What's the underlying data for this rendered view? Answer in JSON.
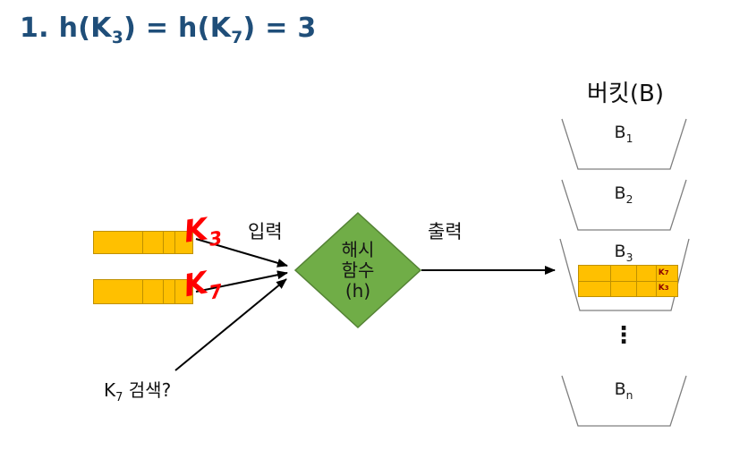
{
  "title": {
    "p1": "1. h(K",
    "s1": "3",
    "p2": ") = h(K",
    "s2": "7",
    "p3": ") = 3"
  },
  "left": {
    "input_label": "입력",
    "search": {
      "p1": "K",
      "sub": "7",
      "p2": " 검색?"
    },
    "annotation_k3": {
      "base": "K",
      "sub": "3"
    },
    "annotation_k7": {
      "base": "K",
      "sub": "7"
    }
  },
  "diamond": {
    "line1": "해시",
    "line2": "함수",
    "line3": "(h)"
  },
  "output_label": "출력",
  "buckets": {
    "header": "버킷(B)",
    "items": [
      {
        "base": "B",
        "sub": "1"
      },
      {
        "base": "B",
        "sub": "2"
      },
      {
        "base": "B",
        "sub": "3"
      },
      {
        "base": "B",
        "sub": "n"
      }
    ],
    "ellipsis": "⋮",
    "b3_slot": {
      "top_base": "K",
      "top_sub": "7",
      "bottom_base": "K",
      "bottom_sub": "3"
    }
  },
  "colors": {
    "title": "#1F4E79",
    "diamond_fill": "#70AD47",
    "diamond_stroke": "#548235",
    "bar_fill": "#FFC000",
    "bar_border": "#BF9000",
    "annotation_red": "#FF0000",
    "arrow": "#000000",
    "bucket_stroke": "#7F7F7F",
    "slot_label": "#8B0000"
  }
}
